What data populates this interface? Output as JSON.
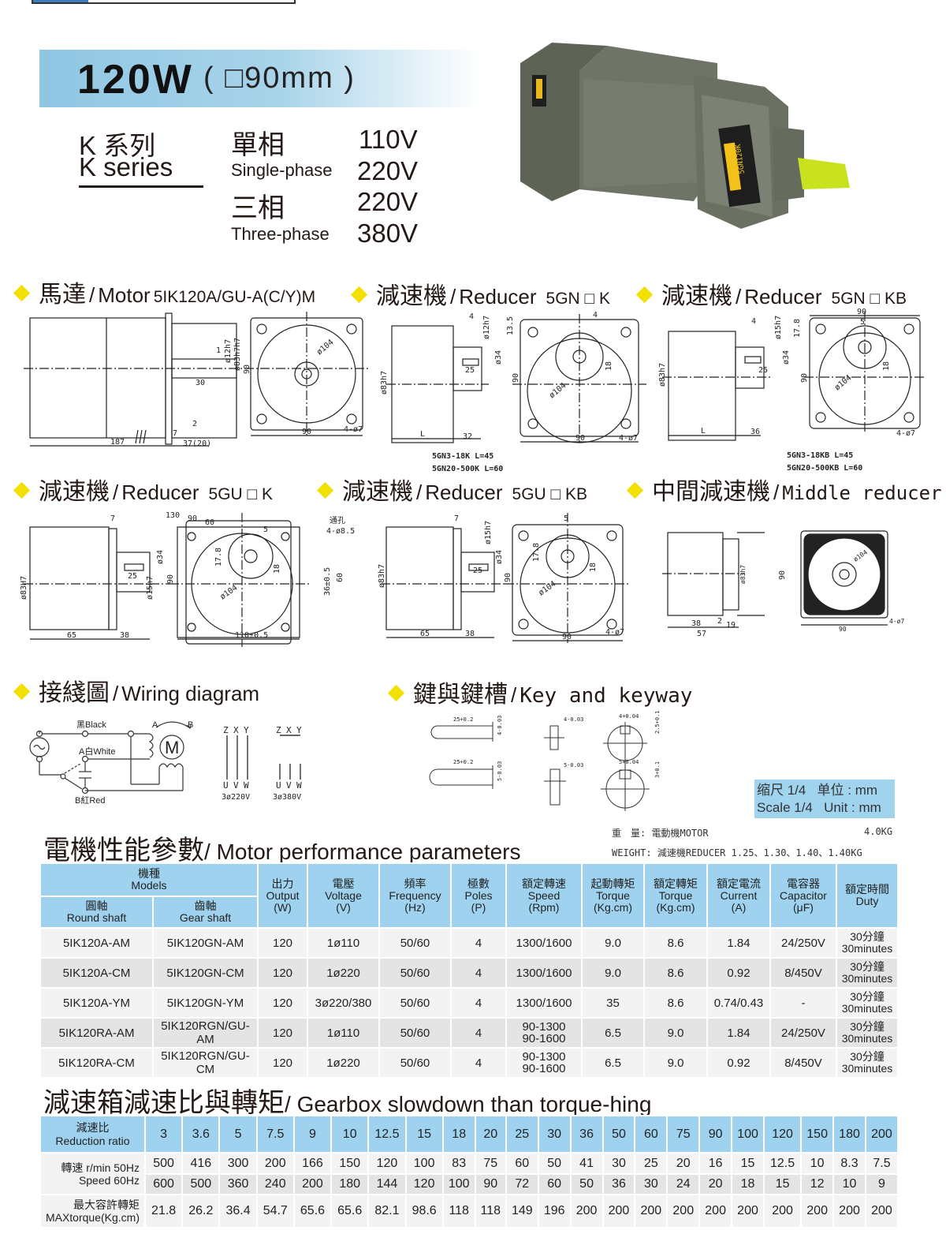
{
  "header": {
    "power": "120W",
    "frame": "( □90mm )"
  },
  "series": {
    "zh": "K 系列",
    "en": "K series"
  },
  "phases": {
    "single_zh": "單相",
    "single_en": "Single-phase",
    "three_zh": "三相",
    "three_en": "Three-phase",
    "voltages": [
      "110V",
      "220V",
      "220V",
      "380V"
    ]
  },
  "product_photo": {
    "label_text": "5GN120K"
  },
  "sections": {
    "motor": {
      "zh": "馬達",
      "en": "Motor",
      "model": "5IK120A/GU-A(C/Y)M"
    },
    "reducer_k": {
      "zh": "減速機",
      "en": "Reducer",
      "model": "5GN □ K"
    },
    "reducer_kb": {
      "zh": "減速機",
      "en": "Reducer",
      "model": "5GN □ KB"
    },
    "reducer_gu_k": {
      "zh": "減速機",
      "en": "Reducer",
      "model": "5GU □ K"
    },
    "reducer_gu_kb": {
      "zh": "減速機",
      "en": "Reducer",
      "model": "5GU □ KB"
    },
    "middle": {
      "zh": "中間減速機",
      "en": "Middle reducer"
    },
    "wiring": {
      "zh": "接綫圖",
      "en": "Wiring diagram"
    },
    "key": {
      "zh": "鍵與鍵槽",
      "en": "Key and keyway"
    }
  },
  "drawings": {
    "motor": [
      "187",
      "37(20)",
      "30",
      "2",
      "7",
      "1",
      "ø12h7",
      "ø83h7h7",
      "90",
      "ø104",
      "90",
      "4-ø7"
    ],
    "gn_k": [
      "4",
      "ø12h7",
      "13.5",
      "ø34",
      "25",
      "ø83h7",
      "L",
      "32",
      "4",
      "18",
      "ø104",
      "90",
      "90",
      "4-ø7",
      "5GN3-18K    L=45",
      "5GN20-500K  L=60"
    ],
    "gn_kb": [
      "4",
      "ø15h7",
      "17.8",
      "ø34",
      "25",
      "ø83h7",
      "L",
      "36",
      "90",
      "5",
      "18",
      "ø104",
      "90",
      "4-ø7",
      "5GN3-18KB    L=45",
      "5GN20-500KB  L=60"
    ],
    "gu_k": [
      "7",
      "ø83H7",
      "25",
      "ø15h7",
      "ø34",
      "65",
      "38",
      "130",
      "90",
      "60",
      "5",
      "通孔",
      "4-ø8.5",
      "17.8",
      "18",
      "36±0.5",
      "60",
      "ø104",
      "110±0.5",
      "90"
    ],
    "gu_kb": [
      "7",
      "ø15h7",
      "25",
      "ø34",
      "ø83h7",
      "65",
      "38",
      "5",
      "17.8",
      "18",
      "90",
      "ø104",
      "90",
      "4-ø7"
    ],
    "middle": [
      "38",
      "57",
      "2",
      "19",
      "ø83h7",
      "90",
      "ø104",
      "90",
      "4-ø7"
    ]
  },
  "wiring": {
    "black": "黑Black",
    "white": "A白White",
    "red": "B紅Red",
    "dir_a": "A",
    "dir_b": "B",
    "motor": "M",
    "terms_top": [
      "Z",
      "X",
      "Y"
    ],
    "terms_bottom": [
      "U",
      "V",
      "W"
    ],
    "v220": "3ø220V",
    "v380": "3ø380V"
  },
  "key": {
    "l1": "25+0.2",
    "w1": "4-0.03",
    "k1": "4-0.03",
    "d1": "4+0.04",
    "h1": "2.5+0.1",
    "l2": "25+0.2",
    "w2": "5-0.03",
    "k2": "5-0.03",
    "d2": "5+0.04",
    "h2": "3+0.1"
  },
  "scale": {
    "zh_scale": "缩尺 1/4",
    "zh_unit": "单位 : mm",
    "en_scale": "Scale 1/4",
    "en_unit": "Unit : mm"
  },
  "weight": {
    "label_zh": "重　量:",
    "motor": "電動機MOTOR",
    "motor_value": "4.0KG",
    "label_en": "WEIGHT:",
    "reducer": "減速機REDUCER",
    "reducer_value": "1.25、1.30、1.40、1.40KG"
  },
  "perf": {
    "title_zh": "電機性能參數",
    "title_en": "Motor performance parameters",
    "headers": {
      "models": "機種\nModels",
      "round": "圓軸\nRound shaft",
      "gear": "齒軸\nGear shaft",
      "cols": [
        "出力\nOutput\n(W)",
        "電壓\nVoltage\n(V)",
        "頻率\nFrequency\n(Hz)",
        "極數\nPoles\n(P)",
        "額定轉速\nSpeed\n(Rpm)",
        "起動轉矩\nTorque\n(Kg.cm)",
        "額定轉矩\nTorque\n(Kg.cm)",
        "額定電流\nCurrent\n(A)",
        "電容器\nCapacitor\n(μF)",
        "額定時間\nDuty"
      ]
    },
    "rows": [
      [
        "5IK120A-AM",
        "5IK120GN-AM",
        "120",
        "1ø110",
        "50/60",
        "4",
        "1300/1600",
        "9.0",
        "8.6",
        "1.84",
        "24/250V",
        "30分鐘\n30minutes"
      ],
      [
        "5IK120A-CM",
        "5IK120GN-CM",
        "120",
        "1ø220",
        "50/60",
        "4",
        "1300/1600",
        "9.0",
        "8.6",
        "0.92",
        "8/450V",
        "30分鐘\n30minutes"
      ],
      [
        "5IK120A-YM",
        "5IK120GN-YM",
        "120",
        "3ø220/380",
        "50/60",
        "4",
        "1300/1600",
        "35",
        "8.6",
        "0.74/0.43",
        "-",
        "30分鐘\n30minutes"
      ],
      [
        "5IK120RA-AM",
        "5IK120RGN/GU-AM",
        "120",
        "1ø110",
        "50/60",
        "4",
        "90-1300\n90-1600",
        "6.5",
        "9.0",
        "1.84",
        "24/250V",
        "30分鐘\n30minutes"
      ],
      [
        "5IK120RA-CM",
        "5IK120RGN/GU-CM",
        "120",
        "1ø220",
        "50/60",
        "4",
        "90-1300\n90-1600",
        "6.5",
        "9.0",
        "0.92",
        "8/450V",
        "30分鐘\n30minutes"
      ]
    ]
  },
  "gearbox": {
    "title_zh": "減速箱減速比與轉矩",
    "title_en": "Gearbox slowdown than torque-hing",
    "ratio_label": "減速比\nReduction ratio",
    "speed50_label": "轉速 r/min 50Hz",
    "speed60_label": "Speed 60Hz",
    "torque_label": "最大容許轉矩\nMAXtorque(Kg.cm)",
    "ratios": [
      "3",
      "3.6",
      "5",
      "7.5",
      "9",
      "10",
      "12.5",
      "15",
      "18",
      "20",
      "25",
      "30",
      "36",
      "50",
      "60",
      "75",
      "90",
      "100",
      "120",
      "150",
      "180",
      "200"
    ],
    "speed_50hz": [
      "500",
      "416",
      "300",
      "200",
      "166",
      "150",
      "120",
      "100",
      "83",
      "75",
      "60",
      "50",
      "41",
      "30",
      "25",
      "20",
      "16",
      "15",
      "12.5",
      "10",
      "8.3",
      "7.5"
    ],
    "speed_60hz": [
      "600",
      "500",
      "360",
      "240",
      "200",
      "180",
      "144",
      "120",
      "100",
      "90",
      "72",
      "60",
      "50",
      "36",
      "30",
      "24",
      "20",
      "18",
      "15",
      "12",
      "10",
      "9"
    ],
    "max_torque": [
      "21.8",
      "26.2",
      "36.4",
      "54.7",
      "65.6",
      "65.6",
      "82.1",
      "98.6",
      "118",
      "118",
      "149",
      "196",
      "200",
      "200",
      "200",
      "200",
      "200",
      "200",
      "200",
      "200",
      "200",
      "200"
    ]
  },
  "colors": {
    "table_header": "#9ed2ee",
    "diamond": "#f2e000",
    "banner": "#8fc6e3"
  }
}
